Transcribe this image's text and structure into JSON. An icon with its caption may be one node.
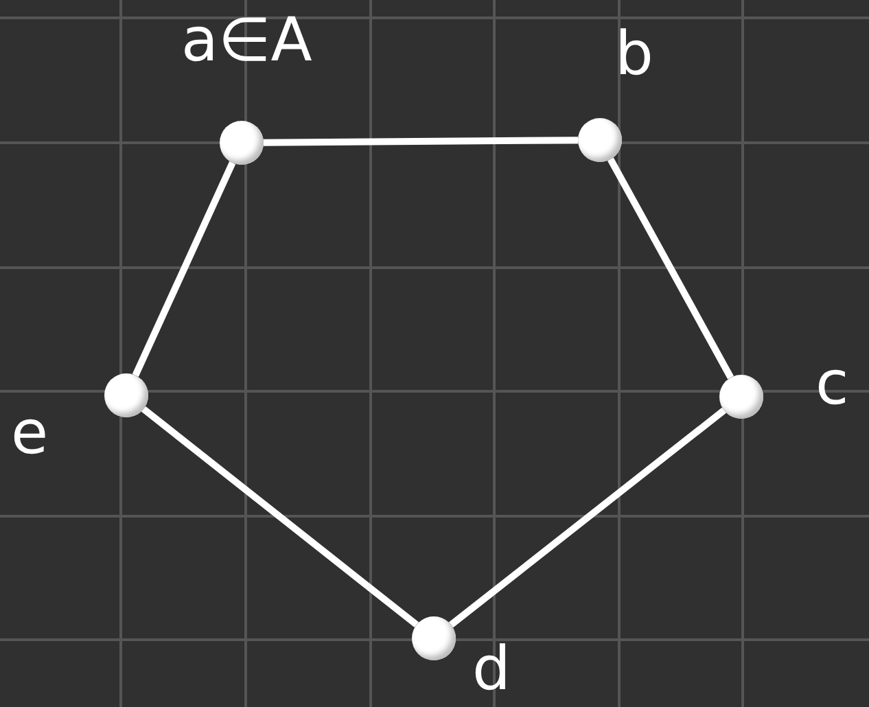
{
  "diagram": {
    "nodes": [
      {
        "text": [],
        "shape": "circle",
        "beside": [
          "a∈A"
        ]
      },
      {
        "text": [],
        "shape": "circle",
        "beside": [
          "b"
        ]
      },
      {
        "text": [],
        "shape": "circle",
        "beside": [
          "c"
        ]
      },
      {
        "text": [],
        "shape": "circle",
        "beside": [
          "d"
        ]
      },
      {
        "text": [],
        "shape": "circle",
        "beside": [
          "e"
        ]
      }
    ],
    "edges": [
      {
        "from": 0,
        "to": 1,
        "arrow": "none"
      },
      {
        "from": 1,
        "to": 2,
        "arrow": "none"
      },
      {
        "from": 2,
        "to": 3,
        "arrow": "none"
      },
      {
        "from": 3,
        "to": 4,
        "arrow": "none"
      },
      {
        "from": 4,
        "to": 0,
        "arrow": "none"
      }
    ]
  }
}
